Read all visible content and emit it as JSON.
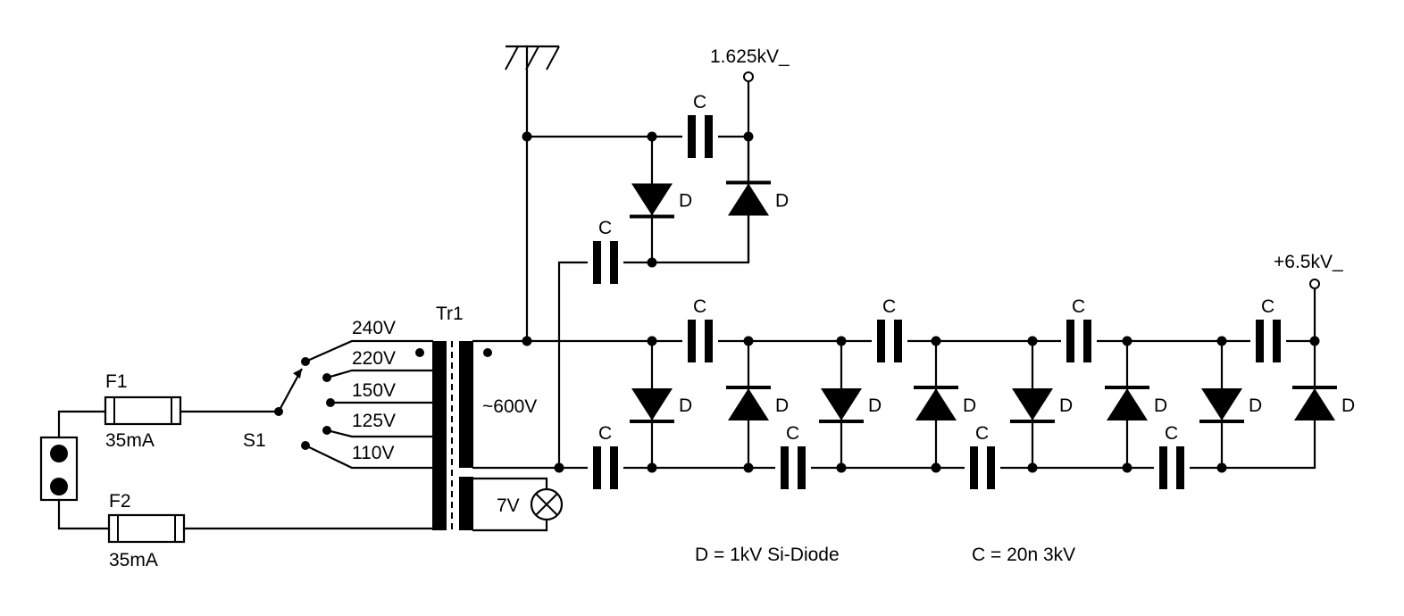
{
  "labels": {
    "fuse1": "F1",
    "fuse1_rating": "35mA",
    "fuse2": "F2",
    "fuse2_rating": "35mA",
    "switch": "S1",
    "transformer": "Tr1",
    "taps": [
      "240V",
      "220V",
      "150V",
      "125V",
      "110V"
    ],
    "secondary": "~600V",
    "lamp": "7V",
    "out_low": "1.625kV_",
    "out_high": "+6.5kV_",
    "cap": "C",
    "diode": "D",
    "legend_diode": "D = 1kV Si-Diode",
    "legend_cap": "C = 20n 3kV"
  }
}
